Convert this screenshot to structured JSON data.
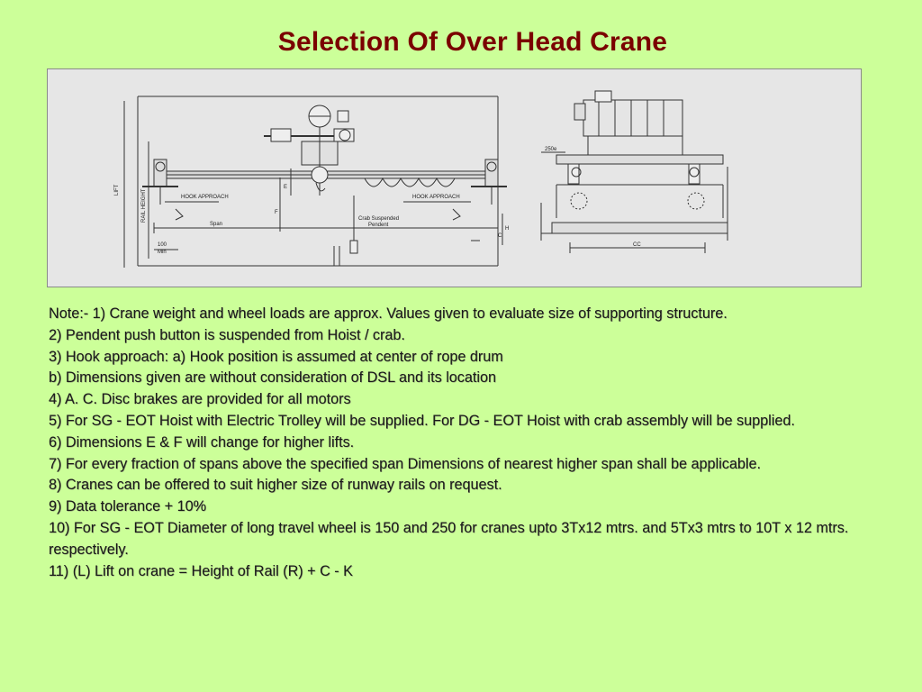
{
  "slide": {
    "title": "Selection Of Over Head Crane"
  },
  "drawing": {
    "labels": {
      "hook_approach_left": "HOOK APPROACH",
      "hook_approach_right": "HOOK APPROACH",
      "span": "Span",
      "crab_pendent_1": "Crab Suspended",
      "crab_pendent_2": "Pendent",
      "min_100": "100",
      "min_label": "Min",
      "dim_250": "250e",
      "cc": "CC",
      "dim_c": "C",
      "dim_e": "E",
      "dim_f": "F",
      "dim_h": "H",
      "lift": "LIFT",
      "rail": "RAIL HEIGHT"
    }
  },
  "notes": [
    "Note:- 1) Crane weight and wheel loads are approx. Values given to evaluate size of supporting structure.",
    "2) Pendent push button is suspended from Hoist / crab.",
    "3) Hook approach: a) Hook position is assumed at center of rope drum",
    "b) Dimensions given are without consideration of DSL and its location",
    "4) A. C. Disc brakes are provided for all motors",
    "5) For SG - EOT Hoist with Electric Trolley will be supplied. For DG - EOT Hoist with crab assembly will be supplied.",
    "6) Dimensions E & F will change for higher lifts.",
    "7) For every fraction of spans above the specified span Dimensions of nearest higher span shall be applicable.",
    "8) Cranes can be offered to suit higher size of runway rails on request.",
    "9) Data tolerance + 10%",
    "10) For SG - EOT Diameter of long travel wheel is 150 and 250 for cranes upto 3Tx12 mtrs. and 5Tx3 mtrs to 10T x 12 mtrs. respectively.",
    "11) (L) Lift on crane = Height of Rail (R) + C - K"
  ]
}
